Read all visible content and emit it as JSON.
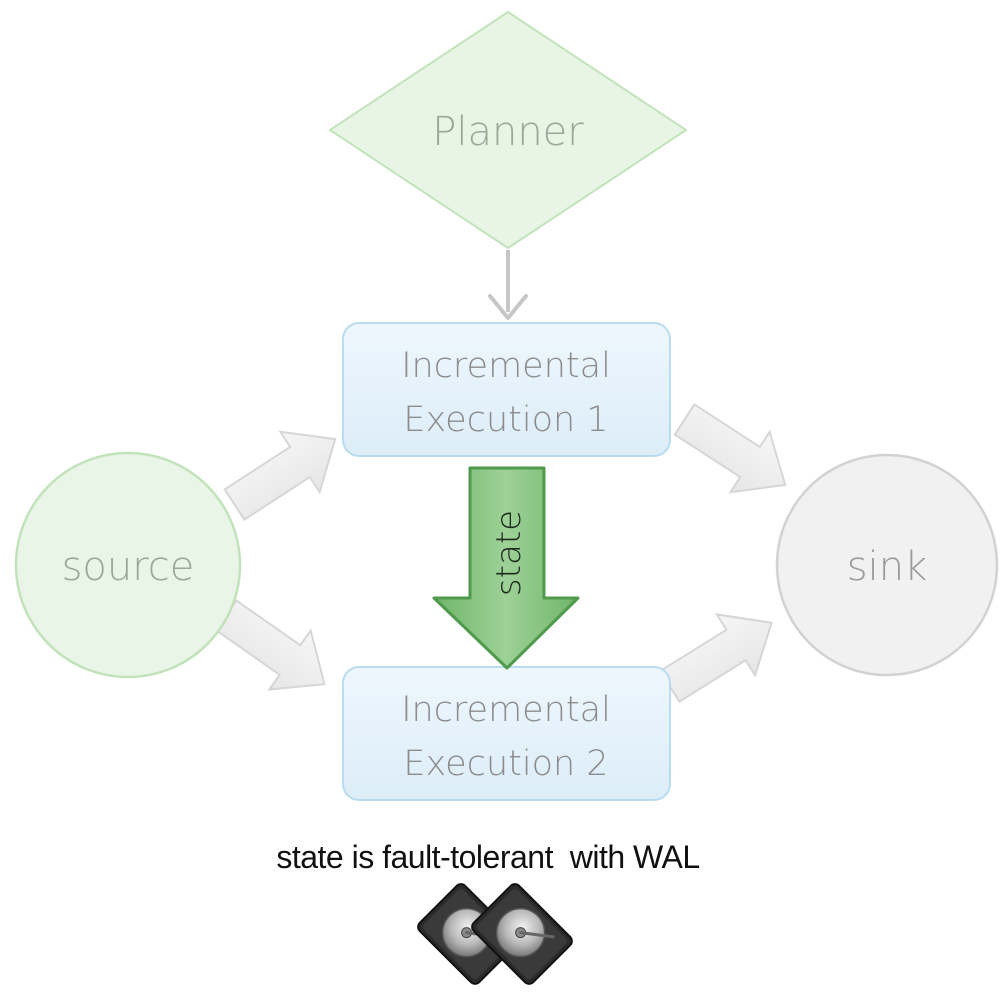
{
  "nodes": {
    "planner": {
      "label": "Planner"
    },
    "exec1": {
      "line1": "Incremental",
      "line2": "Execution 1"
    },
    "exec2": {
      "line1": "Incremental",
      "line2": "Execution 2"
    },
    "source": {
      "label": "source"
    },
    "sink": {
      "label": "sink"
    }
  },
  "state_arrow": {
    "label": "state"
  },
  "caption": "state is fault-tolerant  with WAL",
  "icons": {
    "storage": "hard-drive-icon"
  },
  "colors": {
    "green_fill": "#e9f5e6",
    "green_stroke": "#bfe0b8",
    "green_text": "#9aa89a",
    "blue_fill": "#e4f2fb",
    "blue_stroke": "#b8dced",
    "text_gray": "#8a8a8a",
    "gray_fill": "#efefef",
    "gray_stroke": "#d0d0d0",
    "state_green": "#5aa35a"
  }
}
